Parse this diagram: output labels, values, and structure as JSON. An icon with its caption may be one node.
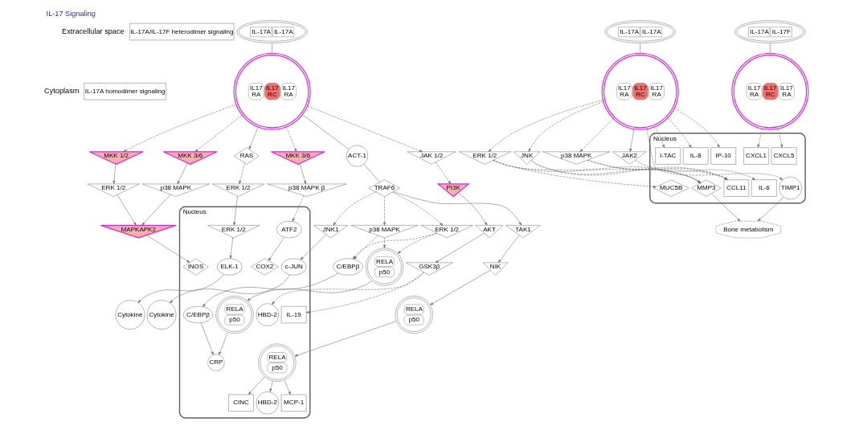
{
  "diagram": {
    "title": "IL-17 Signaling",
    "nodes": [
      {
        "text": [
          "IL-17A homodimer signaling"
        ]
      },
      {
        "text": [
          "IL-17A/IL-17F heterodimer signaling"
        ]
      },
      {
        "text": [
          "IL-17A",
          "IL-17A"
        ]
      },
      {
        "text": [
          "IL17 RA",
          "IL17 RC",
          "IL17 RA"
        ]
      },
      {
        "text": [
          "RAS"
        ]
      },
      {
        "text": [
          "ACT-1"
        ]
      },
      {
        "text": [
          "TRAF6"
        ]
      },
      {
        "text": [
          "TAK1"
        ]
      },
      {
        "text": [
          "ERK 1/2"
        ]
      },
      {
        "text": [
          "NIK"
        ]
      },
      {
        "text": [
          "ERK 1/2"
        ]
      },
      {
        "text": [
          "p38 MAPK"
        ]
      },
      {
        "text": [
          "JNK1"
        ]
      },
      {
        "text": [
          "MKK 3/6"
        ]
      },
      {
        "text": [
          "JAK 1/2"
        ]
      },
      {
        "text": [
          "PI3K"
        ]
      },
      {
        "text": [
          "AKT"
        ]
      },
      {
        "text": [
          "GSK3β"
        ]
      },
      {
        "text": [
          "p38 MAPK β"
        ]
      },
      {
        "text": [
          "MKK 3/6"
        ]
      },
      {
        "text": [
          "MKK 1/2"
        ]
      },
      {
        "text": [
          "p38 MAPK"
        ]
      },
      {
        "text": [
          "ERK 1/2"
        ]
      },
      {
        "text": [
          "MAPKAPK2"
        ]
      },
      {
        "text": [
          "RELA",
          "p50"
        ]
      },
      {
        "text": [
          "RELA",
          "p50"
        ]
      },
      {
        "text": [
          "C/EBPβ"
        ]
      },
      {
        "text": [
          "Nucleus"
        ]
      },
      {
        "text": [
          "ERK 1/2"
        ],
        "in": 27
      },
      {
        "text": [
          "ELK-1"
        ],
        "in": 27
      },
      {
        "text": [
          "RELA",
          "p50"
        ],
        "in": 27
      },
      {
        "text": [
          "RELA",
          "p50"
        ],
        "in": 27
      },
      {
        "text": [
          "C/EBPβ"
        ],
        "in": 27
      },
      {
        "text": [
          "c-JUN"
        ],
        "in": 27
      },
      {
        "text": [
          "ATF2"
        ],
        "in": 27
      },
      {
        "text": [
          "HBD-2"
        ],
        "in": 27
      },
      {
        "text": [
          "IL-19"
        ],
        "in": 27
      },
      {
        "text": [
          "iNOS"
        ],
        "in": 27
      },
      {
        "text": [
          "CINC"
        ],
        "in": 27
      },
      {
        "text": [
          "HBD-2"
        ],
        "in": 27
      },
      {
        "text": [
          "MCP-1"
        ],
        "in": 27
      },
      {
        "text": [
          "CRP"
        ],
        "in": 27
      },
      {
        "text": [
          "COX2"
        ],
        "in": 27
      },
      {
        "text": [
          "Cytokine"
        ]
      },
      {
        "text": [
          "Cytokine"
        ]
      },
      {
        "text": [
          "IL-17A",
          "IL-17A"
        ]
      },
      {
        "text": [
          "IL17 RA",
          "IL17 RC",
          "IL17 RA"
        ]
      },
      {
        "text": [
          "JNK"
        ]
      },
      {
        "text": [
          "ERK 1/2"
        ]
      },
      {
        "text": [
          "p38 MAPK"
        ]
      },
      {
        "text": [
          "JAK2"
        ]
      },
      {
        "text": [
          "Nucleus"
        ]
      },
      {
        "text": [
          "IL-6"
        ],
        "in": 51
      },
      {
        "text": [
          "TIMP1"
        ],
        "in": 51
      },
      {
        "text": [
          "MMP3"
        ],
        "in": 51
      },
      {
        "text": [
          "MUC5B"
        ],
        "in": 51
      },
      {
        "text": [
          "CCL11"
        ],
        "in": 51
      },
      {
        "text": [
          "IL-8"
        ],
        "in": 51
      },
      {
        "text": [
          "I-TAC"
        ],
        "in": 51
      },
      {
        "text": [
          "IP-10"
        ],
        "in": 51
      },
      {
        "text": [
          "CXCL1"
        ],
        "in": 51
      },
      {
        "text": [
          "CXCL5"
        ],
        "in": 51
      },
      {
        "text": [
          "Bone metabolism"
        ]
      },
      {
        "text": [
          "IL-17A",
          "IL-17F"
        ]
      },
      {
        "text": [
          "IL17 RA",
          "IL17 RC",
          "IL17 RA"
        ]
      }
    ],
    "edges": [
      {
        "from": 2,
        "to": 3,
        "arrow": "none"
      },
      {
        "from": 3,
        "to": 4,
        "arrow": "to"
      },
      {
        "from": 3,
        "to": 5,
        "arrow": "none"
      },
      {
        "from": 5,
        "to": 6,
        "arrow": "none"
      },
      {
        "from": 4,
        "to": 8,
        "arrow": "to",
        "style": "dashed"
      },
      {
        "from": 6,
        "to": 7,
        "arrow": "to"
      },
      {
        "from": 6,
        "to": 10,
        "arrow": "to",
        "style": "dashed"
      },
      {
        "from": 6,
        "to": 11,
        "arrow": "to",
        "style": "dashed"
      },
      {
        "from": 6,
        "to": 12,
        "arrow": "to",
        "style": "dashed"
      },
      {
        "from": 3,
        "to": 13,
        "arrow": "to",
        "style": "dashed"
      },
      {
        "from": 3,
        "to": 14,
        "arrow": "to",
        "style": "dashed"
      },
      {
        "from": 3,
        "to": 19,
        "arrow": "to",
        "style": "dashed"
      },
      {
        "from": 3,
        "to": 20,
        "arrow": "to",
        "style": "dashed"
      },
      {
        "from": 13,
        "to": 18,
        "arrow": "to"
      },
      {
        "from": 18,
        "to": 34,
        "arrow": "to",
        "style": "dashed"
      },
      {
        "from": 34,
        "to": 42,
        "arrow": "to"
      },
      {
        "from": 14,
        "to": 15,
        "arrow": "to",
        "style": "dashed"
      },
      {
        "from": 15,
        "to": 16,
        "arrow": "to"
      },
      {
        "from": 16,
        "to": 17,
        "arrow": "to"
      },
      {
        "from": 17,
        "to": 35,
        "arrow": "to",
        "style": "dashed"
      },
      {
        "from": 17,
        "to": 36,
        "arrow": "to",
        "style": "dashed"
      },
      {
        "from": 19,
        "to": 21,
        "arrow": "to"
      },
      {
        "from": 20,
        "to": 22,
        "arrow": "to"
      },
      {
        "from": 21,
        "to": 23,
        "arrow": "to"
      },
      {
        "from": 22,
        "to": 23,
        "arrow": "to"
      },
      {
        "from": 23,
        "to": 37,
        "arrow": "to"
      },
      {
        "from": 7,
        "to": 9,
        "arrow": "to"
      },
      {
        "from": 9,
        "to": 24,
        "arrow": "to"
      },
      {
        "from": 24,
        "to": 30,
        "arrow": "to"
      },
      {
        "from": 10,
        "to": 25,
        "arrow": "to",
        "style": "dashed"
      },
      {
        "from": 10,
        "to": 26,
        "arrow": "to",
        "style": "dashed"
      },
      {
        "from": 11,
        "to": 25,
        "arrow": "to",
        "style": "dashed"
      },
      {
        "from": 11,
        "to": 26,
        "arrow": "to",
        "style": "dashed"
      },
      {
        "from": 25,
        "to": 31,
        "arrow": "to"
      },
      {
        "from": 26,
        "to": 32,
        "arrow": "to"
      },
      {
        "from": 12,
        "to": 33,
        "arrow": "to"
      },
      {
        "from": 33,
        "to": 44,
        "arrow": "to"
      },
      {
        "from": 8,
        "to": 28,
        "arrow": "to"
      },
      {
        "from": 28,
        "to": 29,
        "arrow": "to"
      },
      {
        "from": 29,
        "to": 43,
        "arrow": "to"
      },
      {
        "from": 30,
        "to": 38,
        "arrow": "to"
      },
      {
        "from": 30,
        "to": 39,
        "arrow": "to"
      },
      {
        "from": 30,
        "to": 40,
        "arrow": "to"
      },
      {
        "from": 31,
        "to": 41,
        "arrow": "to"
      },
      {
        "from": 32,
        "to": 41,
        "arrow": "to"
      },
      {
        "from": 45,
        "to": 46,
        "arrow": "none"
      },
      {
        "from": 46,
        "to": 50,
        "arrow": "to"
      },
      {
        "from": 46,
        "to": 53,
        "arrow": "to",
        "style": "dashed"
      },
      {
        "from": 46,
        "to": 47,
        "arrow": "to",
        "style": "dashed"
      },
      {
        "from": 46,
        "to": 48,
        "arrow": "to",
        "style": "dashed"
      },
      {
        "from": 46,
        "to": 49,
        "arrow": "to",
        "style": "dashed"
      },
      {
        "from": 46,
        "to": 57,
        "arrow": "to",
        "style": "dashed"
      },
      {
        "from": 46,
        "to": 58,
        "arrow": "to",
        "style": "dashed"
      },
      {
        "from": 46,
        "to": 59,
        "arrow": "to",
        "style": "dashed"
      },
      {
        "from": 50,
        "to": 52,
        "arrow": "to",
        "style": "dashed"
      },
      {
        "from": 47,
        "to": 54,
        "arrow": "to",
        "style": "dashed"
      },
      {
        "from": 47,
        "to": 56,
        "arrow": "to",
        "style": "dashed"
      },
      {
        "from": 48,
        "to": 54,
        "arrow": "to",
        "style": "dashed"
      },
      {
        "from": 48,
        "to": 55,
        "arrow": "to",
        "style": "dashed"
      },
      {
        "from": 48,
        "to": 56,
        "arrow": "to",
        "style": "dashed"
      },
      {
        "from": 49,
        "to": 54,
        "arrow": "to",
        "style": "dashed"
      },
      {
        "from": 49,
        "to": 56,
        "arrow": "to",
        "style": "dashed"
      },
      {
        "from": 53,
        "to": 62,
        "arrow": "to"
      },
      {
        "from": 54,
        "to": 62,
        "arrow": "to"
      },
      {
        "from": 63,
        "to": 64,
        "arrow": "none"
      },
      {
        "from": 64,
        "to": 60,
        "arrow": "to",
        "style": "dashed"
      },
      {
        "from": 64,
        "to": 61,
        "arrow": "to",
        "style": "dashed"
      }
    ],
    "labels": [
      "Extracellular space",
      "Cytoplasm"
    ]
  }
}
